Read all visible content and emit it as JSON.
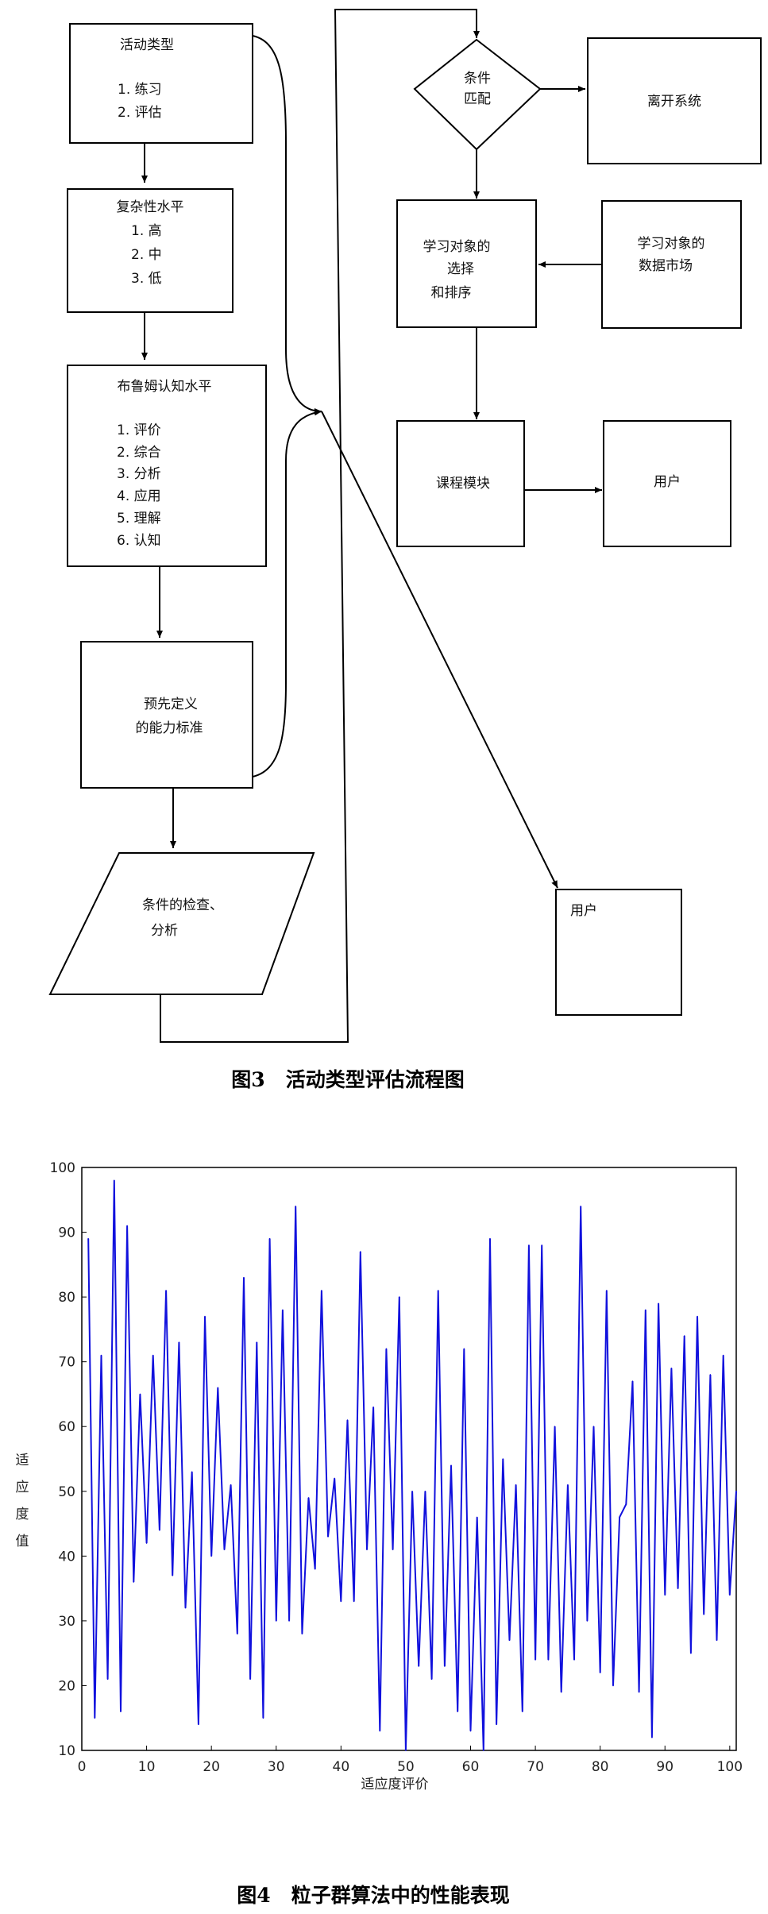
{
  "figure3": {
    "caption": "图3   活动类型评估流程图",
    "activity_type": {
      "title": "活动类型",
      "items": [
        "1.  练习",
        "2.  评估"
      ]
    },
    "complexity": {
      "title": "复杂性水平",
      "items": [
        "1.  高",
        "2.  中",
        "3.  低"
      ]
    },
    "bloom": {
      "title": "布鲁姆认知水平",
      "items": [
        "1.  评价",
        "2.  综合",
        "3.  分析",
        "4.  应用",
        "5.  理解",
        "6.  认知"
      ]
    },
    "predefined": {
      "lines": [
        "预先定义",
        "的能力标准"
      ]
    },
    "condition_check": {
      "lines": [
        "条件的检查、",
        "分析"
      ]
    },
    "condition_match": {
      "lines": [
        "条件",
        "匹配"
      ]
    },
    "leave_system": {
      "label": "离开系统"
    },
    "selection": {
      "lines": [
        "学习对象的",
        "选择",
        "和排序"
      ]
    },
    "data_market": {
      "lines": [
        "学习对象的",
        "数据市场"
      ]
    },
    "course": {
      "label": "课程模块"
    },
    "user_right": {
      "label": "用户"
    },
    "user_bottom": {
      "label": "用户"
    }
  },
  "chart_data": {
    "type": "line",
    "caption": "图4   粒子群算法中的性能表现",
    "xlabel": "适应度评价",
    "ylabel_chars": [
      "适",
      "应",
      "度",
      "值"
    ],
    "xlim": [
      0,
      101
    ],
    "ylim": [
      10,
      100
    ],
    "xticks": [
      0,
      10,
      20,
      30,
      40,
      50,
      60,
      70,
      80,
      90,
      100
    ],
    "yticks": [
      10,
      20,
      30,
      40,
      50,
      60,
      70,
      80,
      90,
      100
    ],
    "color": "#1111dd",
    "series": [
      {
        "x": [
          1,
          2,
          3,
          4,
          5,
          6,
          7,
          8,
          9,
          10,
          11,
          12,
          13,
          14,
          15,
          16,
          17,
          18,
          19,
          20,
          21,
          22,
          23,
          24,
          25,
          26,
          27,
          28,
          29,
          30,
          31,
          32,
          33,
          34,
          35,
          36,
          37,
          38,
          39,
          40,
          41,
          42,
          43,
          44,
          45,
          46,
          47,
          48,
          49,
          50,
          51,
          52,
          53,
          54,
          55,
          56,
          57,
          58,
          59,
          60,
          61,
          62,
          63,
          64,
          65,
          66,
          67,
          68,
          69,
          70,
          71,
          72,
          73,
          74,
          75,
          76,
          77,
          78,
          79,
          80,
          81,
          82,
          83,
          84,
          85,
          86,
          87,
          88,
          89,
          90,
          91,
          92,
          93,
          94,
          95,
          96,
          97,
          98,
          99,
          100,
          101
        ],
        "values": [
          89,
          15,
          71,
          21,
          98,
          16,
          91,
          36,
          65,
          42,
          71,
          44,
          81,
          37,
          73,
          32,
          53,
          14,
          77,
          40,
          66,
          41,
          51,
          28,
          83,
          21,
          73,
          15,
          89,
          30,
          78,
          30,
          94,
          28,
          49,
          38,
          81,
          43,
          52,
          33,
          61,
          33,
          87,
          41,
          63,
          13,
          72,
          41,
          80,
          10,
          50,
          23,
          50,
          21,
          81,
          23,
          54,
          16,
          72,
          13,
          46,
          10,
          89,
          14,
          55,
          27,
          51,
          16,
          88,
          24,
          88,
          24,
          60,
          19,
          51,
          24,
          94,
          30,
          60,
          22,
          81,
          20,
          46,
          48,
          67,
          19,
          78,
          12,
          79,
          34,
          69,
          35,
          74,
          25,
          77,
          31,
          68,
          27,
          71,
          34,
          50
        ]
      }
    ]
  }
}
